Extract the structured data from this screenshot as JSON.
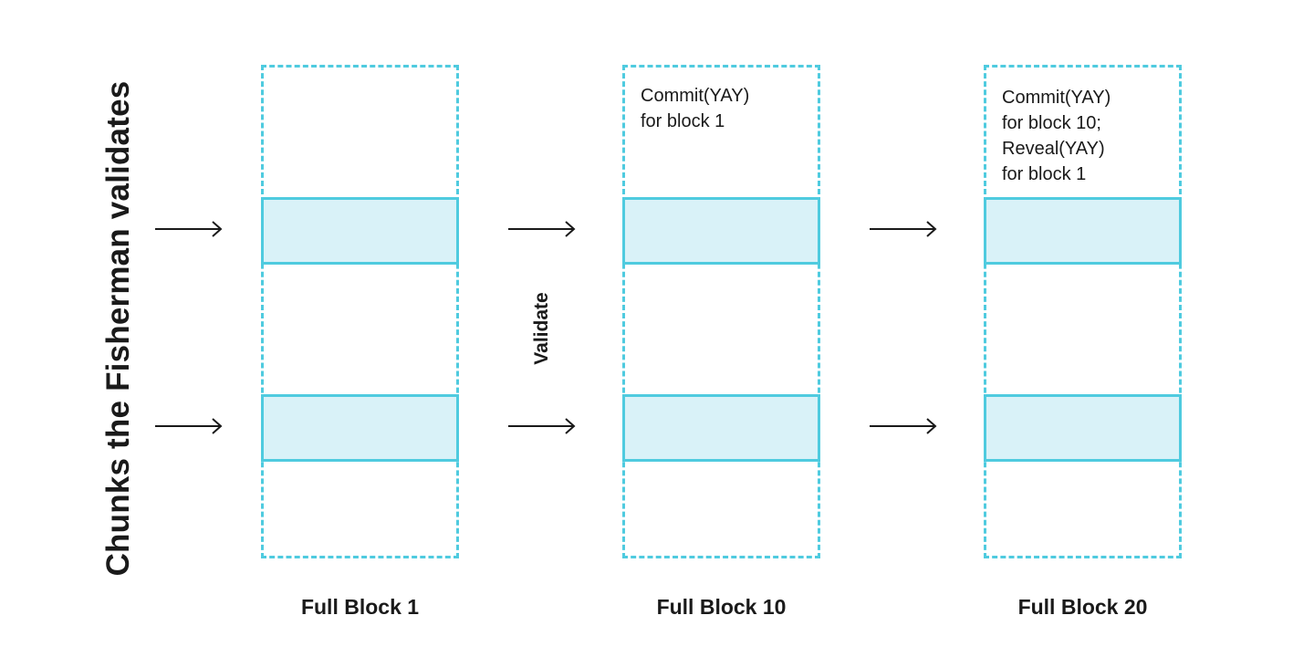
{
  "side_title": "Chunks the Fisherman validates",
  "validate_label": "Validate",
  "blocks": [
    {
      "caption": "Full Block 1",
      "note": []
    },
    {
      "caption": "Full Block 10",
      "note": [
        "Commit(YAY)",
        "for block 1"
      ]
    },
    {
      "caption": "Full Block 20",
      "note": [
        "Commit(YAY)",
        "for block 10;",
        "Reveal(YAY)",
        "for block 1"
      ]
    }
  ],
  "colors": {
    "accent": "#4fcbdf",
    "chunk_fill": "#d9f2f8",
    "text": "#1a1a1a"
  }
}
